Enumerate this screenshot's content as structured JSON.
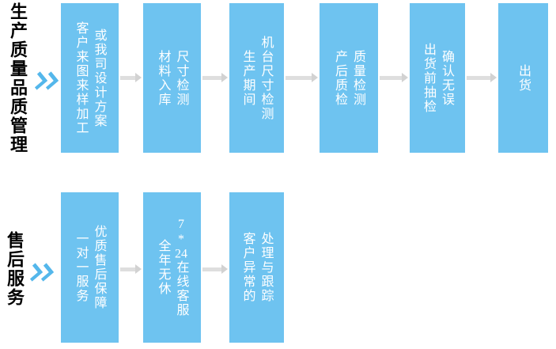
{
  "colors": {
    "page-bg": "#FFFFFF",
    "box-blue": "#6EC3F0",
    "chevron-blue": "#54B7EB",
    "arrow-line-gray": "#DEDEDE",
    "arrow-head-gray": "#D2D2D2",
    "label-black": "#000000",
    "box-text": "#FFFFFF"
  },
  "rows": [
    {
      "label": "生产质量品质管理",
      "boxes": [
        {
          "lines": [
            "客户来图来样加工",
            "或我司设计方案"
          ]
        },
        {
          "lines": [
            "材料入库",
            "尺寸检测"
          ]
        },
        {
          "lines": [
            "生产期间",
            "机台尺寸检测"
          ]
        },
        {
          "lines": [
            "产后质检",
            "质量检测"
          ]
        },
        {
          "lines": [
            "出货前抽检",
            "确认无误"
          ]
        },
        {
          "lines": [
            "出货"
          ]
        }
      ]
    },
    {
      "label": "售后服务",
      "boxes": [
        {
          "lines": [
            "一对一服务",
            "优质售后保障"
          ]
        },
        {
          "lines": [
            "全年无休",
            "7*24在线客服"
          ]
        },
        {
          "lines": [
            "客户异常的",
            "处理与跟踪"
          ]
        }
      ]
    }
  ]
}
